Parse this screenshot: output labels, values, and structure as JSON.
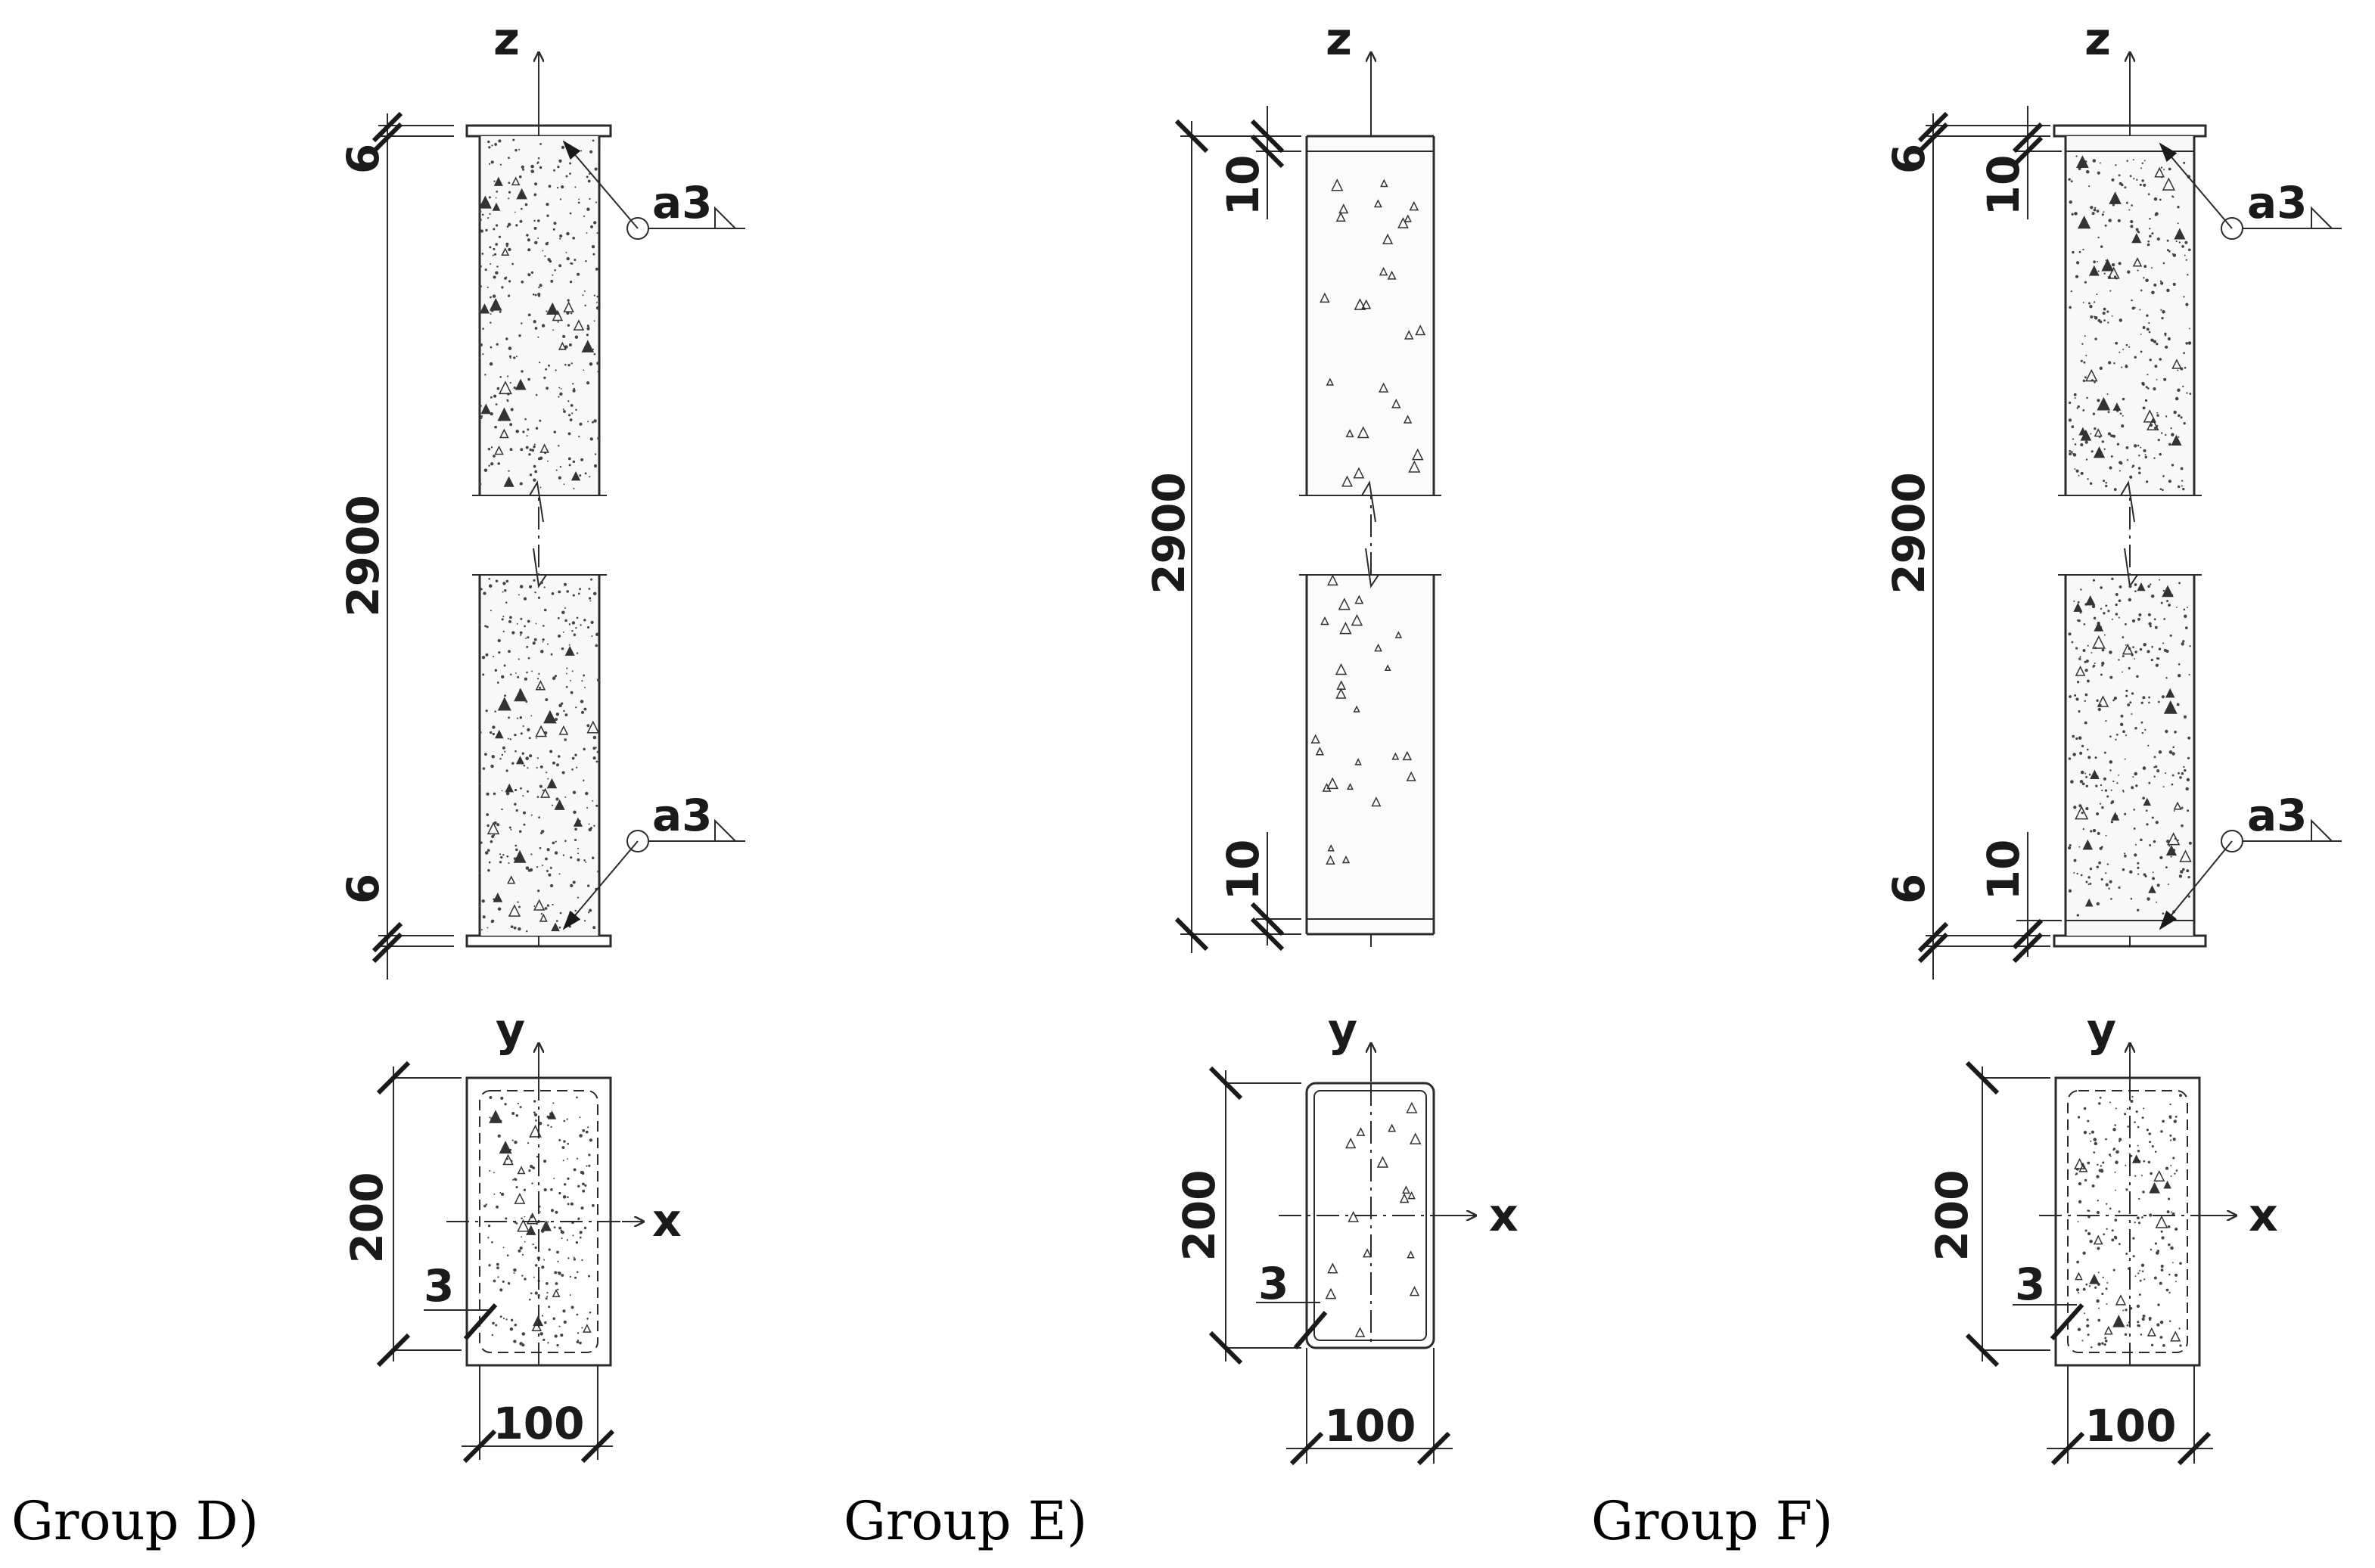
{
  "axes": {
    "z": "z",
    "y": "y",
    "x": "x"
  },
  "dimensions": {
    "height": "2900",
    "plate": "6",
    "gap": "10",
    "width": "200",
    "depth": "100",
    "wall": "3"
  },
  "weld": {
    "label": "a3"
  },
  "groups": {
    "d": {
      "caption": "Group D)"
    },
    "e": {
      "caption": "Group E)"
    },
    "f": {
      "caption": "Group F)"
    }
  },
  "colors": {
    "ink": "#2b2b2b",
    "background": "#ffffff"
  }
}
